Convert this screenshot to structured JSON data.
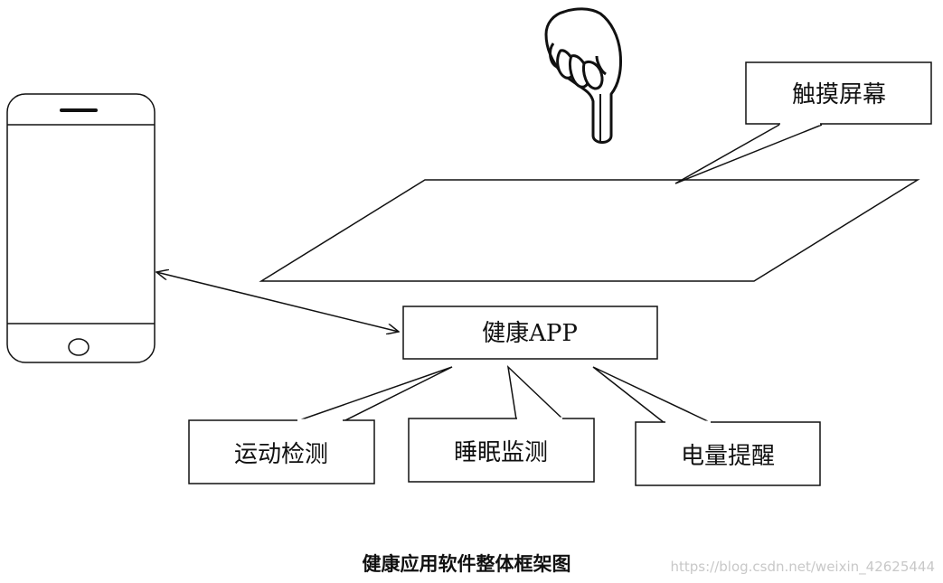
{
  "labels": {
    "touch_screen": "触摸屏幕",
    "health_app": "健康APP",
    "exercise_detection": "运动检测",
    "sleep_monitoring": "睡眠监测",
    "battery_reminder": "电量提醒"
  },
  "caption": "健康应用软件整体框架图",
  "watermark": "https://blog.csdn.net/weixin_42625444",
  "icons": {
    "phone": "smartphone-outline-icon",
    "hand": "pointing-hand-down-icon"
  }
}
